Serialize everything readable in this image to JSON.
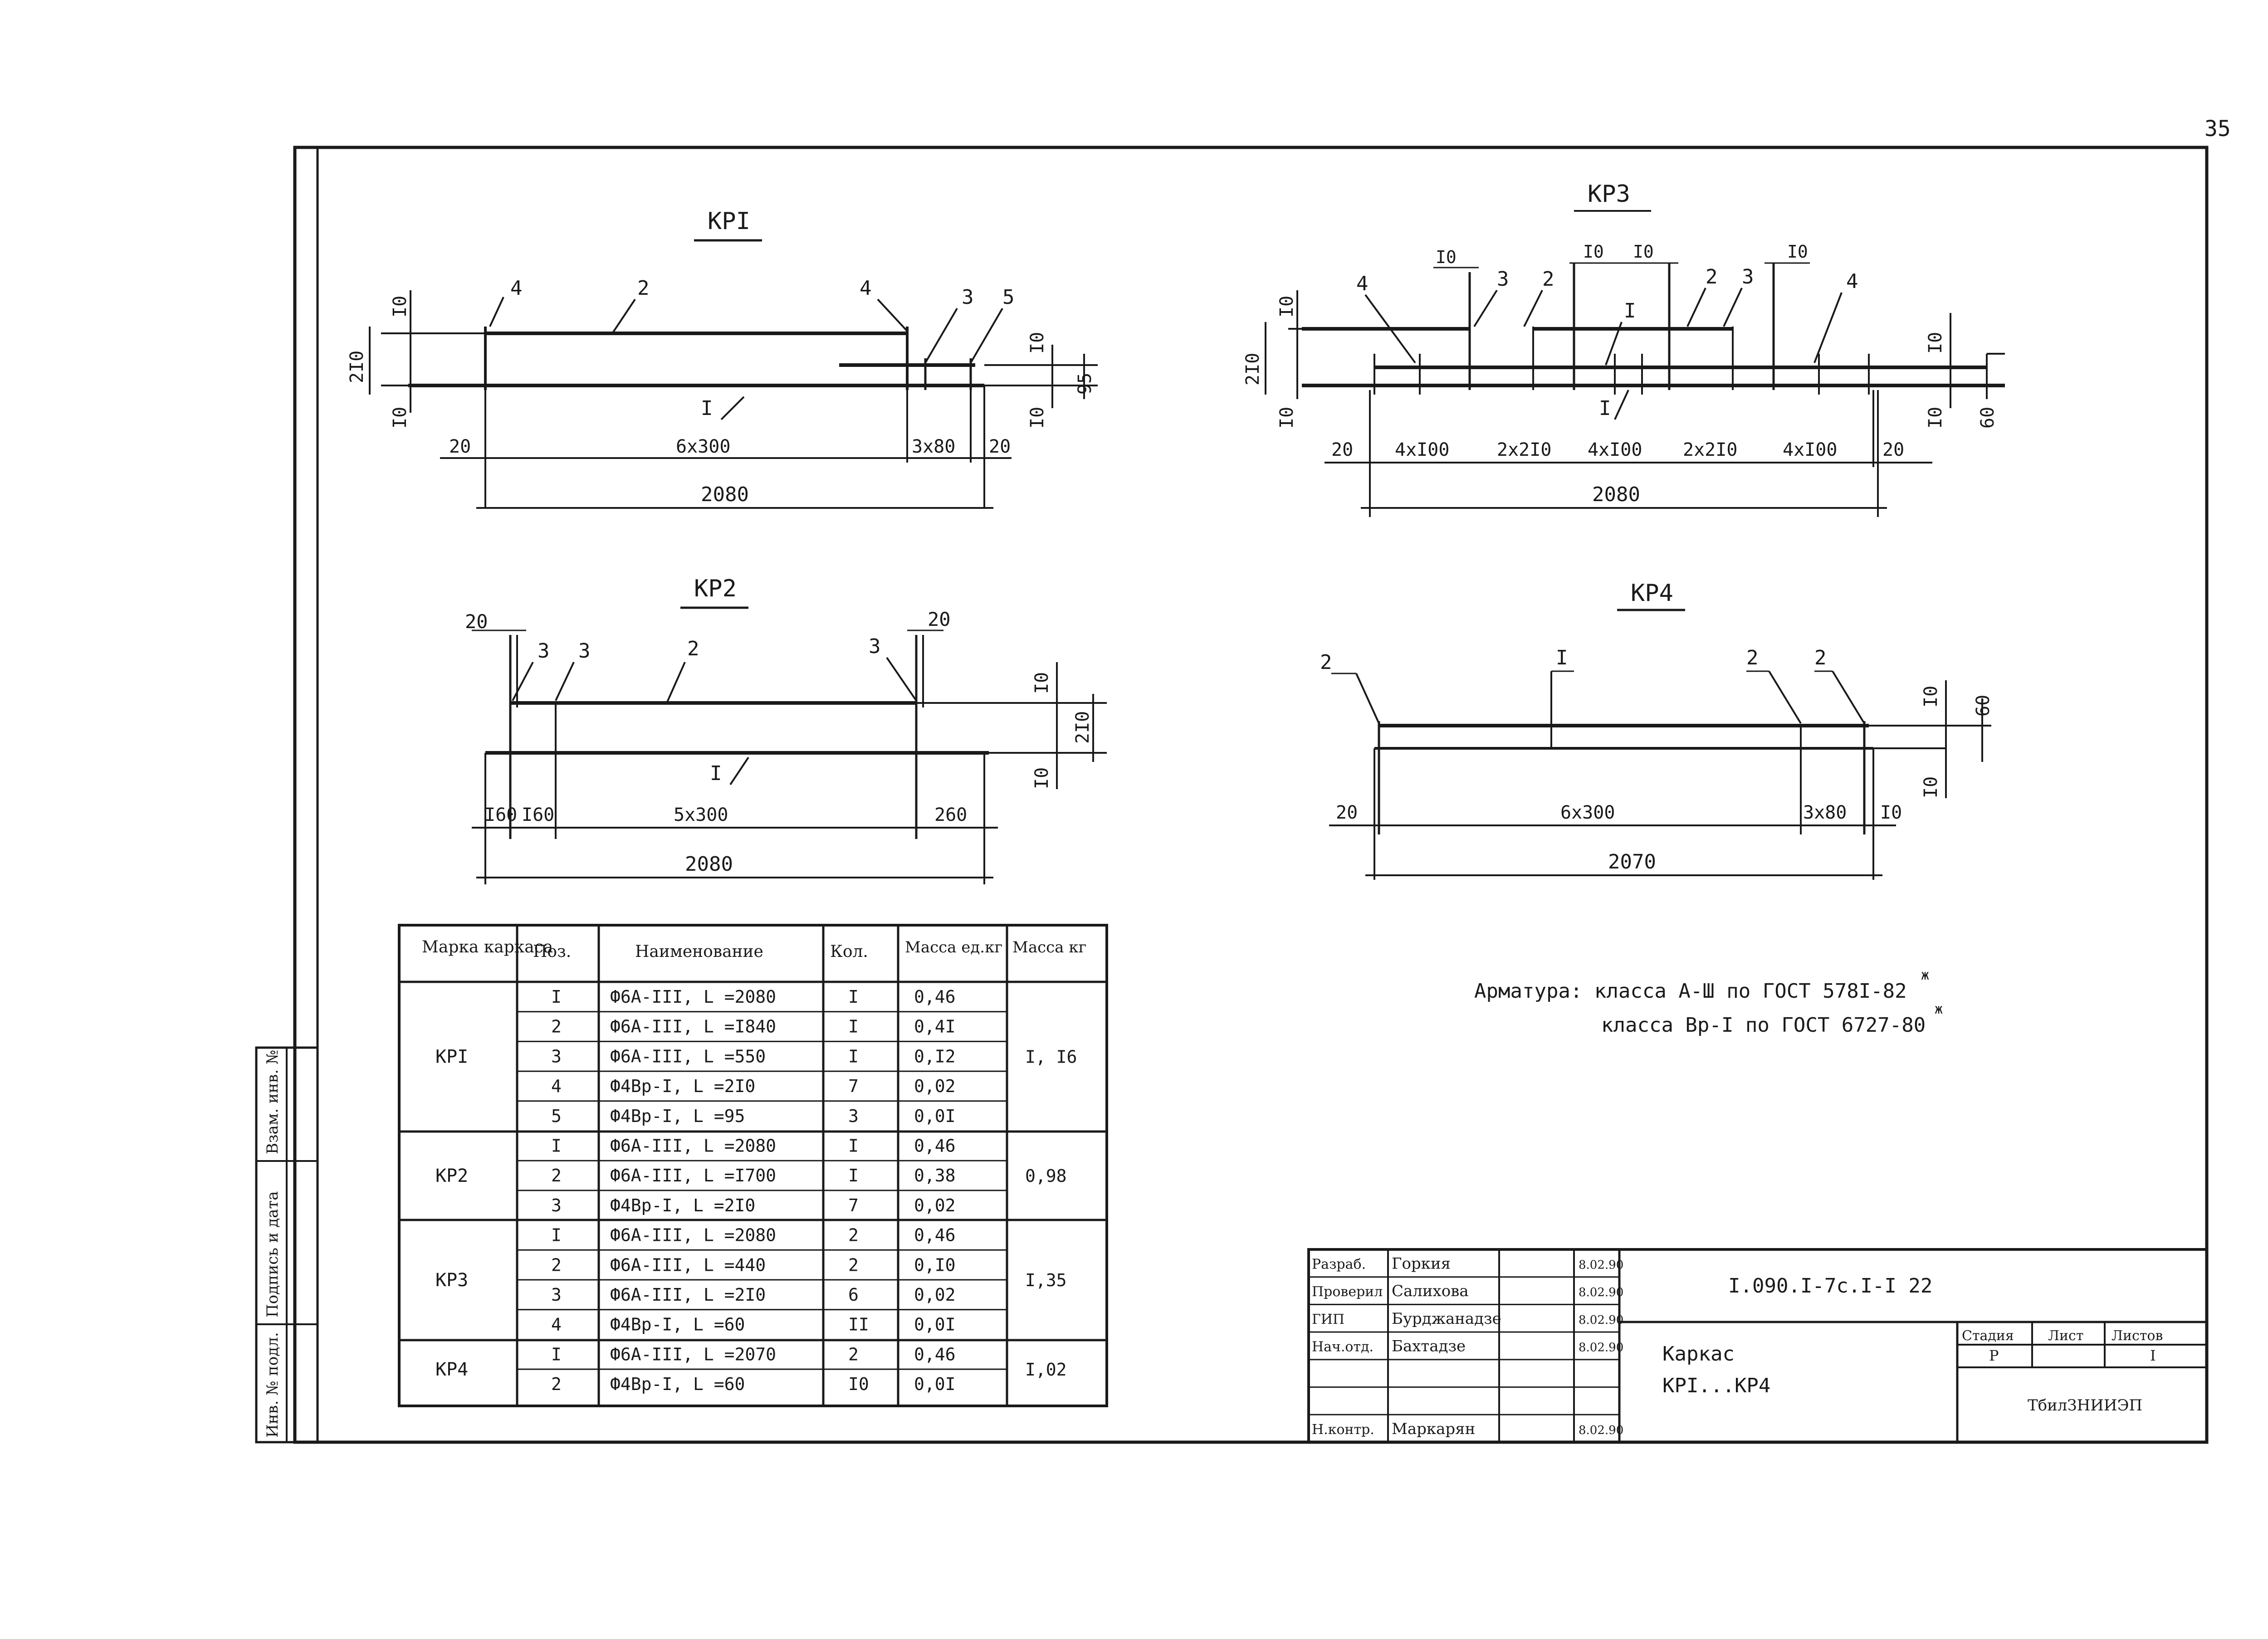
{
  "page": {
    "number": "35"
  },
  "drawings": {
    "kr1": {
      "title": "КРI",
      "callouts": [
        "4",
        "2",
        "4",
        "3",
        "5",
        "I"
      ],
      "dims": {
        "d10_top": "I0",
        "d210": "2I0",
        "d10_bot": "I0",
        "d20_left": "20",
        "d6x300": "6x300",
        "d3x80": "3x80",
        "d20_right": "20",
        "d10_right": "I0",
        "d10_right2": "I0",
        "d95": "95",
        "d2080": "2080"
      }
    },
    "kr3": {
      "title": "КРЗ",
      "callouts": [
        "4",
        "3",
        "2",
        "I",
        "2",
        "3",
        "4",
        "I"
      ],
      "dims": {
        "d10_a": "I0",
        "d10_b": "I0",
        "d10_c": "I0",
        "d10_d": "I0",
        "d10_top": "I0",
        "d210": "2I0",
        "d10_bot": "I0",
        "d20_left": "20",
        "d4x100_a": "4xI00",
        "d2x210_a": "2x2I0",
        "d4x100_b": "4xI00",
        "d2x210_b": "2x2I0",
        "d4x100_c": "4xI00",
        "d20_right": "20",
        "d10_r1": "I0",
        "d10_r2": "I0",
        "d60": "60",
        "d2080": "2080"
      }
    },
    "kr2": {
      "title": "КР2",
      "callouts": [
        "3",
        "3",
        "2",
        "3",
        "I"
      ],
      "dims": {
        "d20_left": "20",
        "d20_right": "20",
        "d10_top": "I0",
        "d210": "2I0",
        "d10_bot": "I0",
        "d160a": "I60",
        "d160b": "I60",
        "d5x300": "5x300",
        "d260": "260",
        "d2080": "2080"
      }
    },
    "kr4": {
      "title": "КР4",
      "callouts": [
        "2",
        "I",
        "2",
        "2"
      ],
      "dims": {
        "d20": "20",
        "d6x300": "6x300",
        "d3x80": "3x80",
        "d10": "I0",
        "d10_r1": "I0",
        "d10_r2": "I0",
        "d60": "60",
        "d2070": "2070"
      }
    }
  },
  "spec_table": {
    "headers": [
      "Марка каркаса",
      "Поз.",
      "Наименование",
      "Кол.",
      "Масса ед.кг",
      "Масса кг"
    ],
    "rows": [
      {
        "mark": "КРI",
        "pos": "I",
        "name": "Ф6А-III, L =2080",
        "qty": "I",
        "unit_mass": "0,46",
        "total": "I, I6"
      },
      {
        "mark": "",
        "pos": "2",
        "name": "Ф6А-III, L =I840",
        "qty": "I",
        "unit_mass": "0,4I",
        "total": ""
      },
      {
        "mark": "",
        "pos": "3",
        "name": "Ф6А-III, L =550",
        "qty": "I",
        "unit_mass": "0,I2",
        "total": ""
      },
      {
        "mark": "",
        "pos": "4",
        "name": "Ф4Вр-I, L =2I0",
        "qty": "7",
        "unit_mass": "0,02",
        "total": ""
      },
      {
        "mark": "",
        "pos": "5",
        "name": "Ф4Вр-I, L =95",
        "qty": "3",
        "unit_mass": "0,0I",
        "total": ""
      },
      {
        "mark": "КР2",
        "pos": "I",
        "name": "Ф6А-III, L =2080",
        "qty": "I",
        "unit_mass": "0,46",
        "total": "0,98"
      },
      {
        "mark": "",
        "pos": "2",
        "name": "Ф6А-III, L =I700",
        "qty": "I",
        "unit_mass": "0,38",
        "total": ""
      },
      {
        "mark": "",
        "pos": "3",
        "name": "Ф4Вр-I, L =2I0",
        "qty": "7",
        "unit_mass": "0,02",
        "total": ""
      },
      {
        "mark": "КРЗ",
        "pos": "I",
        "name": "Ф6А-III, L =2080",
        "qty": "2",
        "unit_mass": "0,46",
        "total": "I,35"
      },
      {
        "mark": "",
        "pos": "2",
        "name": "Ф6А-III, L =440",
        "qty": "2",
        "unit_mass": "0,I0",
        "total": ""
      },
      {
        "mark": "",
        "pos": "3",
        "name": "Ф6А-III, L =2I0",
        "qty": "6",
        "unit_mass": "0,02",
        "total": ""
      },
      {
        "mark": "",
        "pos": "4",
        "name": "Ф4Вр-I, L =60",
        "qty": "II",
        "unit_mass": "0,0I",
        "total": ""
      },
      {
        "mark": "КР4",
        "pos": "I",
        "name": "Ф6А-III, L =2070",
        "qty": "2",
        "unit_mass": "0,46",
        "total": "I,02"
      },
      {
        "mark": "",
        "pos": "2",
        "name": "Ф4Вр-I, L =60",
        "qty": "I0",
        "unit_mass": "0,0I",
        "total": ""
      }
    ]
  },
  "notes": {
    "line1": "Арматура: класса А-Ш по ГОСТ 578I-82",
    "line1_sup": "ж",
    "line2": "класса Вр-I по ГОСТ 6727-80",
    "line2_sup": "ж"
  },
  "side_stamp": [
    "Инв. № подл.",
    "Подпись и дата",
    "Взам. инв. №"
  ],
  "title_block": {
    "roles": [
      "Разраб.",
      "Проверил",
      "ГИП",
      "Нач.отд.",
      "",
      "",
      "Н.контр."
    ],
    "names": [
      "Горкия",
      "Салихова",
      "Бурджанадзе",
      "Бахтадзе",
      "",
      "",
      "Маркарян"
    ],
    "dates": [
      "8.02.90",
      "8.02.90",
      "8.02.90",
      "8.02.90",
      "",
      "",
      "8.02.90"
    ],
    "doc_code": "I.090.I-7с.I-I 22",
    "name_line1": "Каркас",
    "name_line2": "КРI...КР4",
    "stage_label": "Стадия",
    "sheet_label": "Лист",
    "sheets_label": "Листов",
    "stage": "Р",
    "sheet": "",
    "sheets": "I",
    "org": "ТбилЗНИИЭП"
  }
}
